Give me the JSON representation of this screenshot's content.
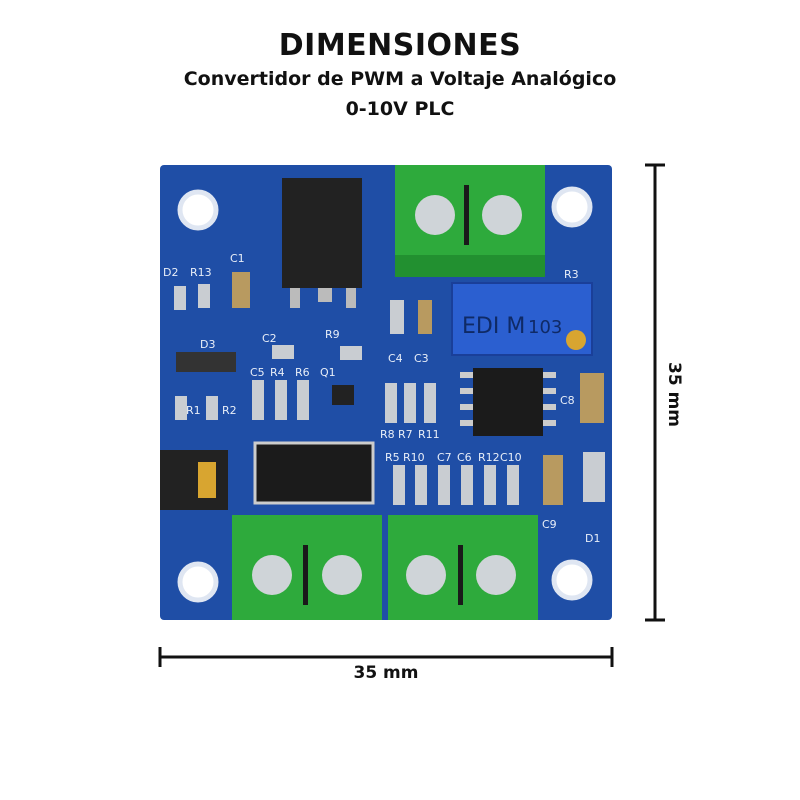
{
  "title": "DIMENSIONES",
  "subtitle": "Convertidor de PWM a Voltaje Analógico",
  "subtitle2": "0-10V PLC",
  "dimensions": {
    "width_label": "35 mm",
    "height_label": "35 mm"
  },
  "board": {
    "silkscreen": [
      "D2",
      "R13",
      "C1",
      "D3",
      "C2",
      "R9",
      "C4",
      "C3",
      "R3",
      "C5",
      "R4",
      "R6",
      "Q1",
      "R1",
      "R2",
      "R8",
      "R7",
      "R11",
      "C8",
      "R5",
      "R10",
      "C7",
      "C6",
      "R12",
      "C10",
      "C9",
      "D1"
    ],
    "potentiometer_text": "EDI M",
    "potentiometer_value": "103"
  },
  "colors": {
    "pcb": "#1f4ea6",
    "terminal": "#2eaa3c",
    "text": "#111111"
  }
}
